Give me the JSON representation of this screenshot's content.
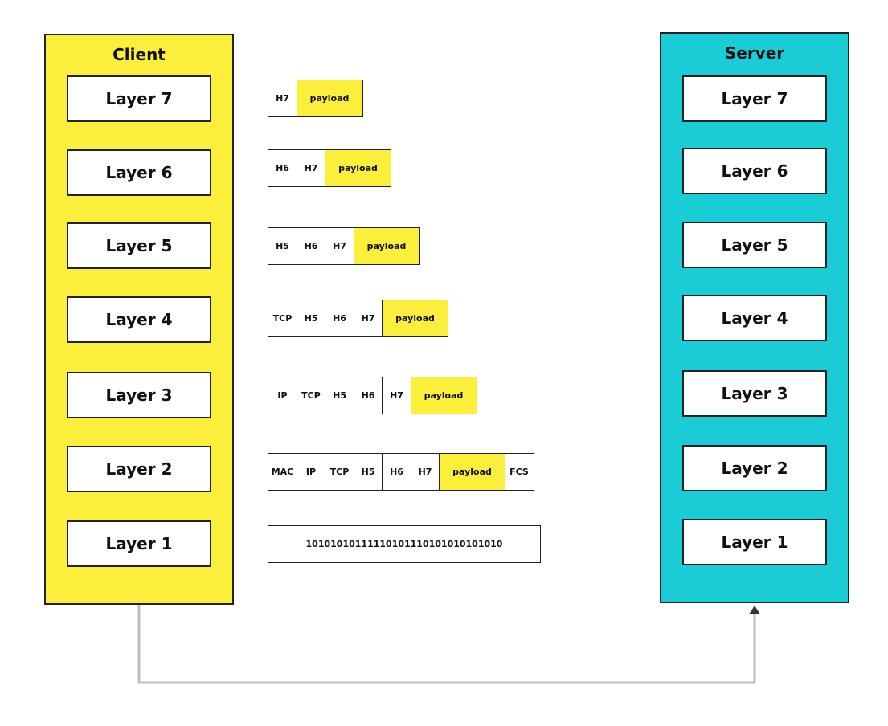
{
  "colors": {
    "client_fill": "#fbef3c",
    "server_fill": "#19ccd6",
    "payload_fill": "#fbef3c",
    "connector": "#bdbdbd",
    "arrow": "#333333"
  },
  "client": {
    "title": "Client",
    "layers": [
      "Layer 7",
      "Layer 6",
      "Layer 5",
      "Layer 4",
      "Layer 3",
      "Layer 2",
      "Layer 1"
    ]
  },
  "server": {
    "title": "Server",
    "layers": [
      "Layer 7",
      "Layer 6",
      "Layer 5",
      "Layer 4",
      "Layer 3",
      "Layer 2",
      "Layer 1"
    ]
  },
  "encapsulation": [
    [
      "H7",
      "payload"
    ],
    [
      "H6",
      "H7",
      "payload"
    ],
    [
      "H5",
      "H6",
      "H7",
      "payload"
    ],
    [
      "TCP",
      "H5",
      "H6",
      "H7",
      "payload"
    ],
    [
      "IP",
      "TCP",
      "H5",
      "H6",
      "H7",
      "payload"
    ],
    [
      "MAC",
      "IP",
      "TCP",
      "H5",
      "H6",
      "H7",
      "payload",
      "FCS"
    ],
    [
      "10101010111110101110101010101010"
    ]
  ]
}
